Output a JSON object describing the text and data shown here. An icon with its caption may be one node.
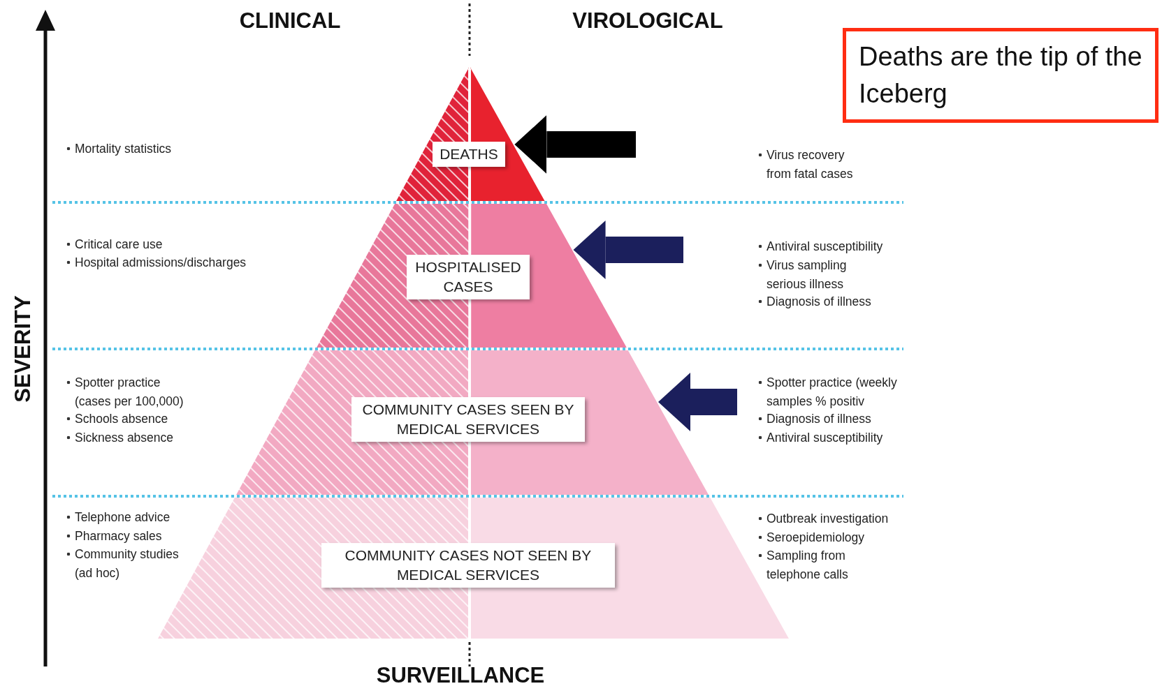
{
  "diagram": {
    "nodes": [
      {
        "text": [
          "DEATHS"
        ]
      },
      {
        "text": [
          "HOSPITALISED CASES"
        ]
      },
      {
        "text": [
          "COMMUNITY CASES SEEN BY MEDICAL SERVICES"
        ]
      },
      {
        "text": [
          "COMMUNITY CASES NOT SEEN BY MEDICAL SERVICES"
        ]
      },
      {
        "text": [
          "Deaths are the tip of the Iceberg"
        ]
      }
    ],
    "edges": [
      {
        "from": null,
        "to": 0,
        "arrow": "to",
        "color": "#000000"
      },
      {
        "from": null,
        "to": 1,
        "arrow": "to"
      },
      {
        "from": null,
        "to": 2,
        "arrow": "to"
      }
    ],
    "labels": [
      "CLINICAL",
      "VIROLOGICAL",
      "Mortality statistics",
      "Virus recovery from fatal cases",
      "Critical care use",
      "Hospital admissions/discharges",
      "Antiviral susceptibility",
      "Virus sampling serious illness",
      "Diagnosis of illness",
      "Spotter practice (cases per 100,000)",
      "Schools absence",
      "Sickness absence",
      "Spotter practice (weekly samples % positiv",
      "Diagnosis of illness",
      "Antiviral susceptibility",
      "Telephone advice",
      "Pharmacy sales",
      "Community studies (ad hoc)",
      "Outbreak investigation",
      "Seroepidemiology",
      "Sampling from telephone calls",
      "SEVERITY",
      "SURVEILLANCE"
    ]
  }
}
